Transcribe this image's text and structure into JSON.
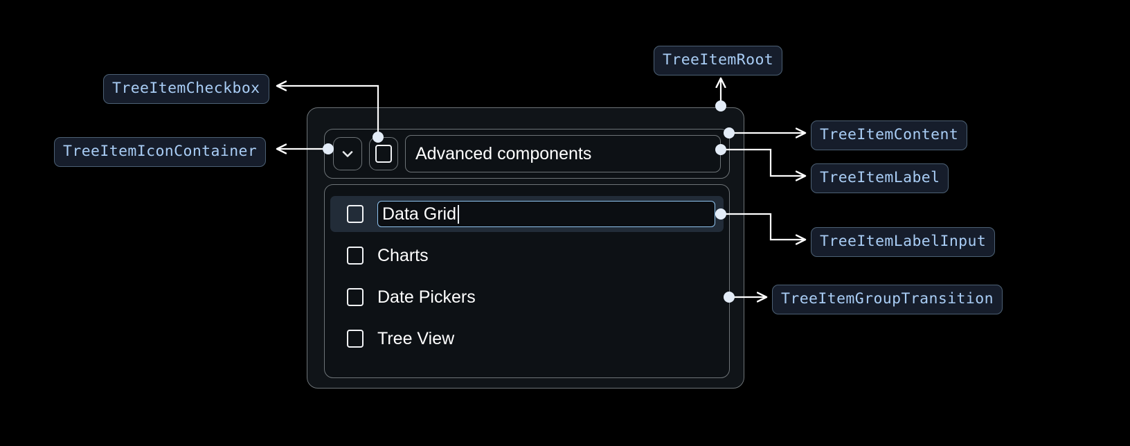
{
  "meta": {
    "background_color": "#000000",
    "accent_color": "#a9cdf5",
    "chip_bg_color": "#161d2b",
    "chip_border_color": "#4d6175",
    "widget_border_color": "#6e7478",
    "selected_row_color": "#222c38",
    "input_border_color": "#8fc3ef",
    "connector_color": "#ffffff"
  },
  "annotations": {
    "tree_item_checkbox": "TreeItemCheckbox",
    "tree_item_icon_container": "TreeItemIconContainer",
    "tree_item_root": "TreeItemRoot",
    "tree_item_content": "TreeItemContent",
    "tree_item_label": "TreeItemLabel",
    "tree_item_label_input": "TreeItemLabelInput",
    "tree_item_group_transition": "TreeItemGroupTransition"
  },
  "tree": {
    "root_item": {
      "icon": "chevron-down-icon",
      "checkbox_checked": false,
      "label": "Advanced components"
    },
    "children": [
      {
        "label": "Data Grid",
        "checkbox_checked": false,
        "editing": true,
        "selected": true
      },
      {
        "label": "Charts",
        "checkbox_checked": false,
        "editing": false,
        "selected": false
      },
      {
        "label": "Date Pickers",
        "checkbox_checked": false,
        "editing": false,
        "selected": false
      },
      {
        "label": "Tree View",
        "checkbox_checked": false,
        "editing": false,
        "selected": false
      }
    ]
  }
}
